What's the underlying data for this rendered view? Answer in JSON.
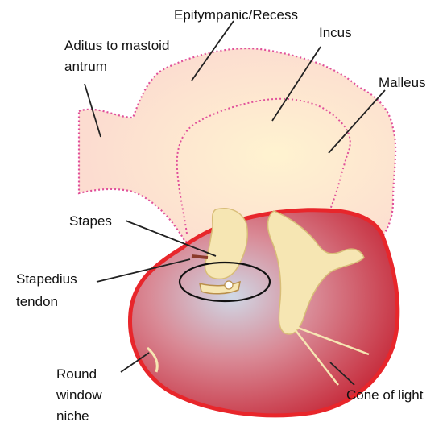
{
  "labels": {
    "epitympanic": "Epitympanic/Recess",
    "aditus_line1": "Aditus to mastoid",
    "aditus_line2": "antrum",
    "incus": "Incus",
    "malleus": "Malleus",
    "stapes": "Stapes",
    "stapedius_line1": "Stapedius",
    "stapedius_line2": "tendon",
    "round_line1": "Round",
    "round_line2": "window",
    "round_line3": "niche",
    "cone": "Cone of light"
  },
  "colors": {
    "recess_fill": "#fde3d3",
    "recess_outline": "#e0509a",
    "eardrum_rim": "#e8262b",
    "eardrum_center": "#cfd8e6",
    "eardrum_edge": "#c62a3a",
    "ossicle_fill": "#f6e6b3",
    "ossicle_outline": "#d8bd78",
    "leader_line": "#222222"
  }
}
